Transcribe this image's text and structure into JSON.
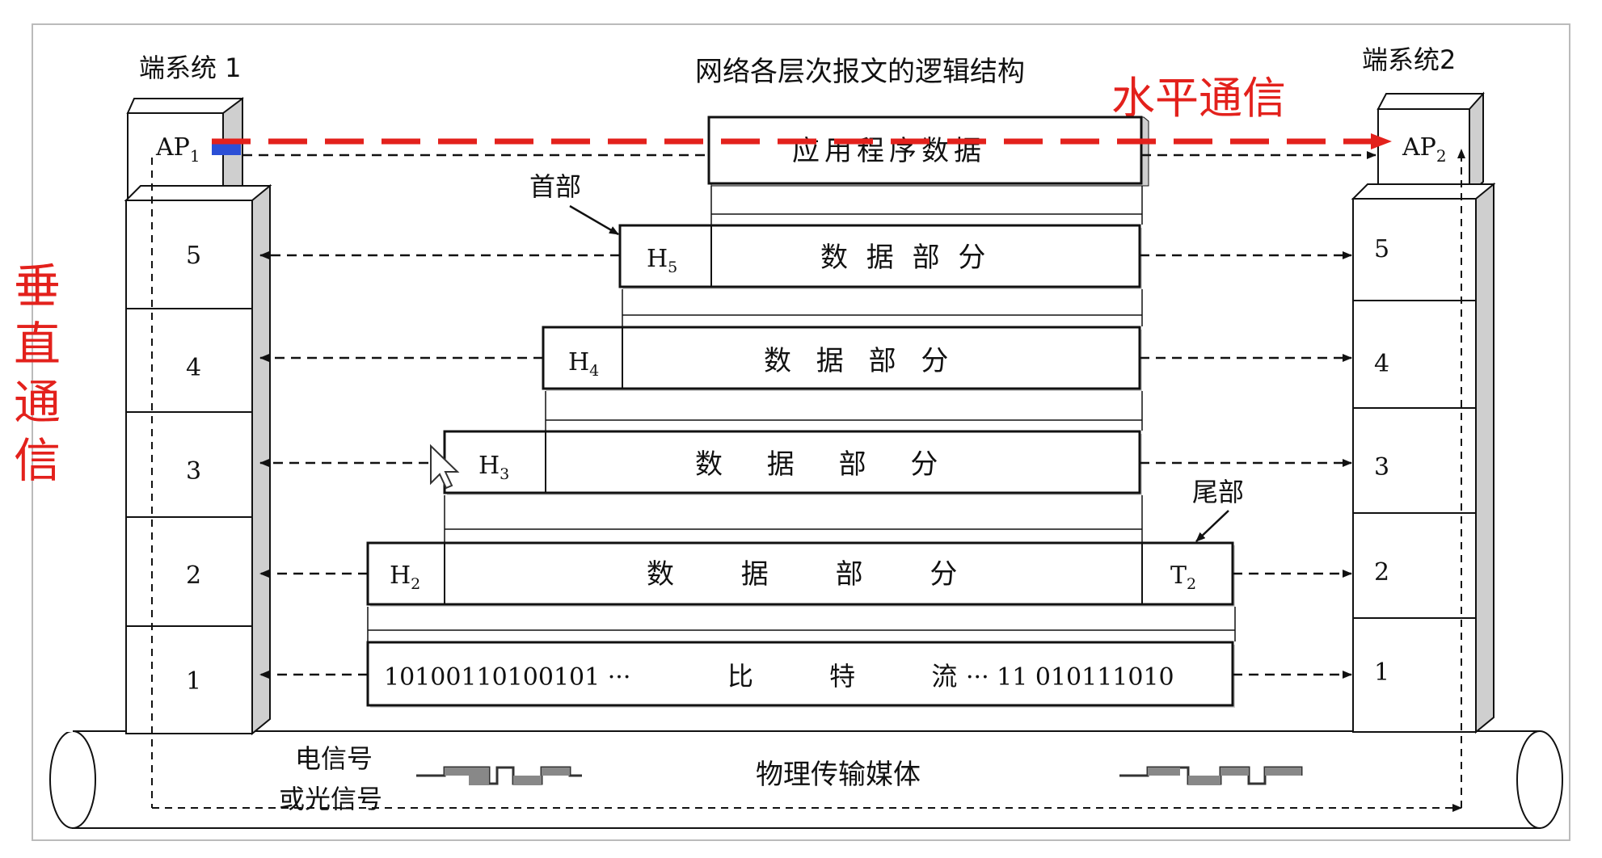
{
  "title": "网络各层次报文的逻辑结构",
  "end_system_1": "端系统 1",
  "end_system_2": "端系统2",
  "horizontal_label": "水平通信",
  "vertical_label": "垂直通信",
  "ap1": "AP",
  "ap1_sub": "1",
  "ap2": "AP",
  "ap2_sub": "2",
  "layers": [
    "5",
    "4",
    "3",
    "2",
    "1"
  ],
  "app_data": "应用程序数据",
  "header_label": "首部",
  "trailer_label": "尾部",
  "data_part": "数 据 部 分",
  "headers": [
    {
      "main": "H",
      "sub": "5"
    },
    {
      "main": "H",
      "sub": "4"
    },
    {
      "main": "H",
      "sub": "3"
    },
    {
      "main": "H",
      "sub": "2"
    }
  ],
  "trailer": {
    "main": "T",
    "sub": "2"
  },
  "bits_left": "10100110100101 ···",
  "bits_middle": "比 特 流",
  "bits_right": "··· 11 010111010",
  "medium_label": "物理传输媒体",
  "signal_label_1": "电信号",
  "signal_label_2": "或光信号",
  "colors": {
    "red": "#e3211c",
    "blue": "#2b4fd6",
    "gray": "#8a8a8a",
    "line": "#111111"
  }
}
